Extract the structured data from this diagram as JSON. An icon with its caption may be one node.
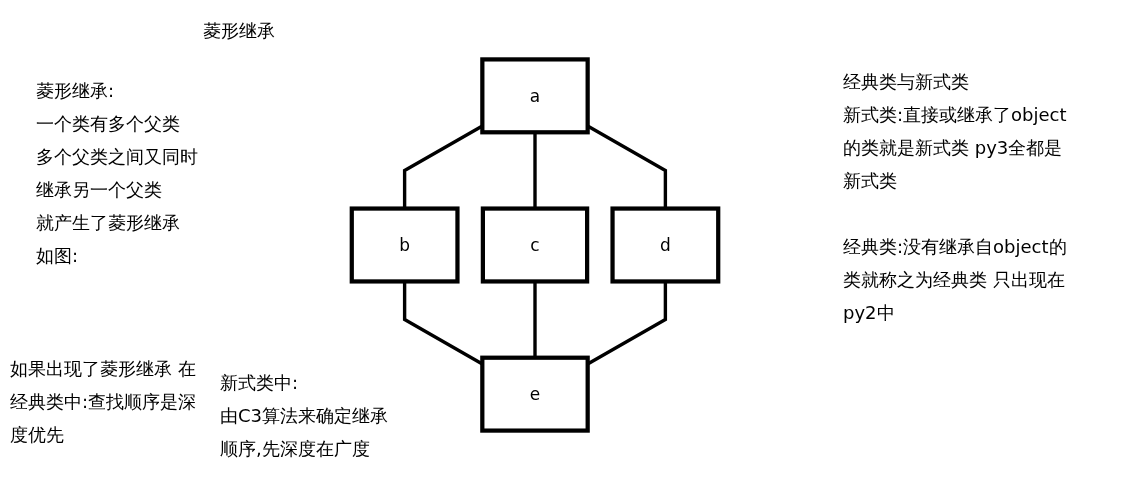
{
  "diagram": {
    "title": "菱形继承",
    "nodes": [
      {
        "text": [
          "a"
        ]
      },
      {
        "text": [
          "b"
        ]
      },
      {
        "text": [
          "c"
        ]
      },
      {
        "text": [
          "d"
        ]
      },
      {
        "text": [
          "e"
        ]
      }
    ],
    "edges": [
      {
        "from": 0,
        "to": 1,
        "arrow": "none"
      },
      {
        "from": 0,
        "to": 2,
        "arrow": "none"
      },
      {
        "from": 0,
        "to": 3,
        "arrow": "none"
      },
      {
        "from": 1,
        "to": 4,
        "arrow": "none"
      },
      {
        "from": 2,
        "to": 4,
        "arrow": "none"
      },
      {
        "from": 3,
        "to": 4,
        "arrow": "none"
      }
    ],
    "labels": [
      "菱形继承:",
      "一个类有多个父类",
      "多个父类之间又同时继承另一个父类",
      "就产生了菱形继承",
      "如图:",
      "经典类与新式类",
      "新式类:直接或继承了object的类就是新式类 py3全都是新式类",
      "经典类:没有继承自object的类就称之为经典类 只出现在py2中",
      "如果出现了菱形继承 在经典类中:查找顺序是深度优先",
      "新式类中:",
      "由C3算法来确定继承顺序,先深度在广度"
    ]
  }
}
